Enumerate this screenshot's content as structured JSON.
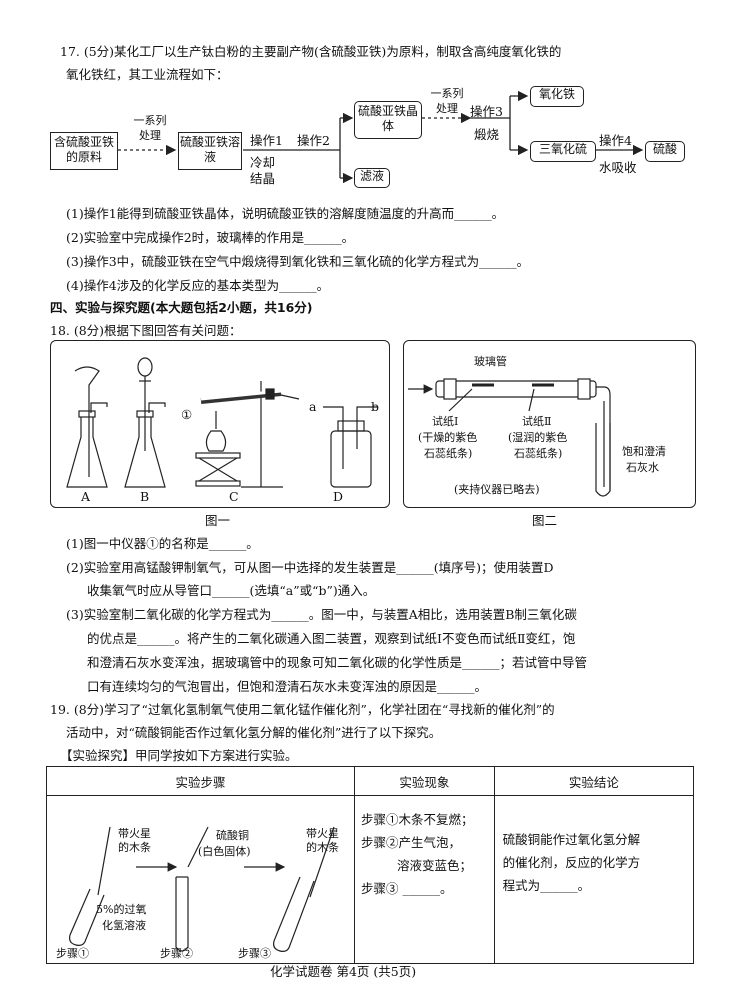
{
  "q17": {
    "stem_line1": "17. (5分)某化工厂以生产钛白粉的主要副产物(含硫酸亚铁)为原料，制取含高纯度氧化铁的",
    "stem_line2": "氧化铁红，其工业流程如下：",
    "flow": {
      "raw": "含硫酸亚铁的原料",
      "process1": "一系列处理",
      "solution": "硫酸亚铁溶液",
      "op1": "操作1",
      "op1_note": "冷却结晶",
      "op2": "操作2",
      "crystal": "硫酸亚铁晶体",
      "filtrate": "滤液",
      "process2": "一系列处理",
      "op3": "操作3",
      "op3_note": "煅烧",
      "iron_oxide": "氧化铁",
      "so3": "三氧化硫",
      "op4": "操作4",
      "op4_note": "水吸收",
      "acid": "硫酸"
    },
    "sub1": "(1)操作1能得到硫酸亚铁晶体，说明硫酸亚铁的溶解度随温度的升高而______。",
    "sub2": "(2)实验室中完成操作2时，玻璃棒的作用是______。",
    "sub3": "(3)操作3中，硫酸亚铁在空气中煅烧得到氧化铁和三氧化硫的化学方程式为______。",
    "sub4": "(4)操作4涉及的化学反应的基本类型为______。"
  },
  "section4": "四、实验与探究题(本大题包括2小题，共16分)",
  "q18": {
    "stem": "18. (8分)根据下图回答有关问题：",
    "fig1": {
      "labels": [
        "A",
        "B",
        "C",
        "D"
      ],
      "marker": "①",
      "port_a": "a",
      "port_b": "b",
      "caption": "图一"
    },
    "fig2": {
      "tube": "玻璃管",
      "paper1": "试纸Ⅰ",
      "paper1_desc1": "(干燥的紫色",
      "paper1_desc2": "石蕊纸条)",
      "paper2": "试纸Ⅱ",
      "paper2_desc1": "(湿润的紫色",
      "paper2_desc2": "石蕊纸条)",
      "limewater1": "饱和澄清",
      "limewater2": "石灰水",
      "note": "(夹持仪器已略去)",
      "caption": "图二"
    },
    "sub1": "(1)图一中仪器①的名称是______。",
    "sub2_l1": "(2)实验室用高锰酸钾制氧气，可从图一中选择的发生装置是______(填序号)；使用装置D",
    "sub2_l2": "收集氧气时应从导管口______(选填“a”或“b”)通入。",
    "sub3_l1": "(3)实验室制二氧化碳的化学方程式为______。图一中，与装置A相比，选用装置B制三氧化碳",
    "sub3_l2": "的优点是______。将产生的二氧化碳通入图二装置，观察到试纸Ⅰ不变色而试纸Ⅱ变红，饱",
    "sub3_l3": "和澄清石灰水变浑浊，据玻璃管中的现象可知二氧化碳的化学性质是______；若试管中导管",
    "sub3_l4": "口有连续均匀的气泡冒出，但饱和澄清石灰水未变浑浊的原因是______。"
  },
  "q19": {
    "stem_l1": "19. (8分)学习了“过氧化氢制氧气使用二氧化锰作催化剂”，化学社团在“寻找新的催化剂”的",
    "stem_l2": "活动中，对“硫酸铜能否作过氧化氢分解的催化剂”进行了以下探究。",
    "explore": "【实验探究】甲同学按如下方案进行实验。",
    "table": {
      "h1": "实验步骤",
      "h2": "实验现象",
      "h3": "实验结论",
      "splint1": "带火星的木条",
      "cuso4": "硫酸铜",
      "cuso4_note": "(白色固体)",
      "splint2": "带火星的木条",
      "h2o2_1": "5%的过氧",
      "h2o2_2": "化氢溶液",
      "step1": "步骤①",
      "step2": "步骤②",
      "step3": "步骤③",
      "obs1": "步骤①木条不复燃；",
      "obs2": "步骤②产生气泡，",
      "obs2b": "溶液变蓝色；",
      "obs3": "步骤③ ______。",
      "concl_l1": "硫酸铜能作过氧化氢分解",
      "concl_l2": "的催化剂，反应的化学方",
      "concl_l3": "程式为______。"
    }
  },
  "footer": "化学试题卷 第4页 (共5页)"
}
